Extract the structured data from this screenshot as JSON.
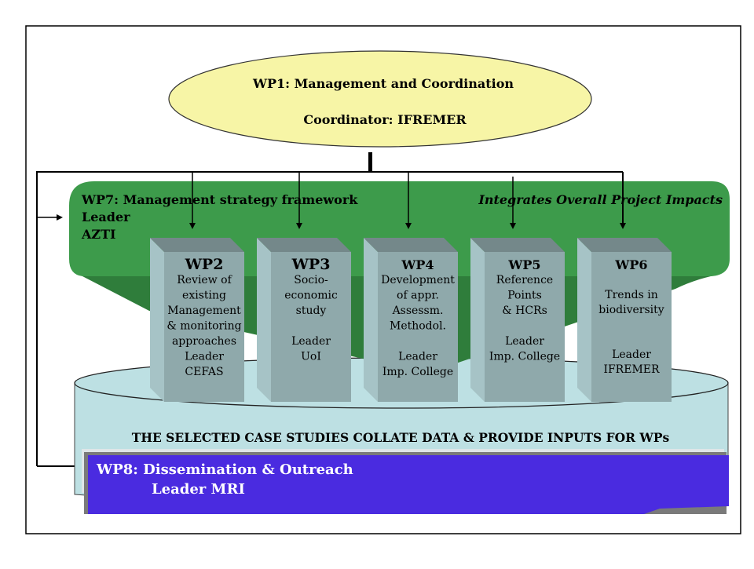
{
  "wp1": {
    "title": "WP1: Management and Coordination",
    "subtitle": "Coordinator: IFREMER"
  },
  "wp7": {
    "title": "WP7: Management strategy  framework",
    "leader_label": "Leader",
    "leader": "AZTI",
    "tagline": "Integrates Overall Project Impacts"
  },
  "work_packages": [
    {
      "id": "WP2",
      "lines": [
        "Review of",
        "existing",
        "Management",
        "& monitoring",
        "approaches",
        "Leader",
        "CEFAS"
      ]
    },
    {
      "id": "WP3",
      "lines": [
        "Socio-",
        "economic",
        "study",
        "",
        "Leader",
        "UoI"
      ]
    },
    {
      "id": "WP4",
      "lines": [
        "Development",
        "of appr.",
        "Assessm.",
        "Methodol.",
        "",
        "Leader",
        "Imp. College"
      ]
    },
    {
      "id": "WP5",
      "lines": [
        "Reference",
        "Points",
        "& HCRs",
        "",
        "Leader",
        "Imp. College"
      ]
    },
    {
      "id": "WP6",
      "lines": [
        "",
        "Trends in",
        "biodiversity",
        "",
        "",
        "Leader",
        "IFREMER"
      ]
    }
  ],
  "case_studies": {
    "text": "THE SELECTED CASE STUDIES COLLATE DATA & PROVIDE INPUTS FOR WPs"
  },
  "wp8": {
    "title": "WP8: Dissemination & Outreach",
    "leader": "Leader MRI"
  },
  "colors": {
    "wp1_fill": "#f7f5a6",
    "wp7_green": "#3d9b4b",
    "wp7_green_dark": "#2f7d3b",
    "box_front": "#8fa9ab",
    "box_side": "#a6c3c6",
    "box_top": "#74888a",
    "cylinder": "#bde0e3",
    "wp8_blue": "#4a2be0"
  }
}
